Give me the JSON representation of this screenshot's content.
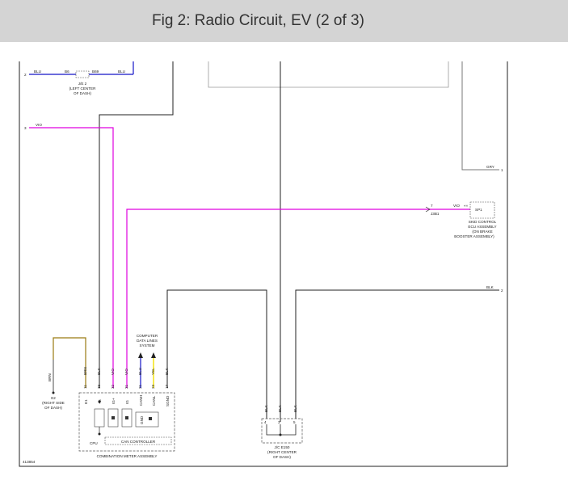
{
  "header": {
    "title": "Fig 2: Radio Circuit, EV (2 of 3)"
  },
  "diagram": {
    "edge_markers": {
      "a": "2",
      "b": "3",
      "c": "1",
      "d": "2"
    },
    "wire_colors": {
      "blu_left": "BLU",
      "blu_right": "BLU",
      "vio_top": "VIO",
      "vio_right": "VIO",
      "gry": "GRY",
      "blk_right": "BLK",
      "brn_vert": "BRN",
      "brn_col": "BRN",
      "blk_col1": "BLK",
      "vio_col1": "VIO",
      "vio_col2": "VIO",
      "blu_col": "BLU",
      "yel_col": "YEL",
      "blk_col2": "BLK",
      "jc_blk1": "BLK",
      "jc_blk2": "BLK",
      "jc_blk3": "BLK"
    },
    "pin_numbers": {
      "je_left": "B6",
      "je_right": "B69",
      "skid_top": "7",
      "skid_bottom": "J3B1",
      "skid_mid": "««",
      "skid_pin": "SP1",
      "p11": "11",
      "p33": "33",
      "p32": "32",
      "p31": "31",
      "p21": "21",
      "p23": "23",
      "p17": "17",
      "jc4": "4",
      "jc3": "3",
      "jc5": "5"
    },
    "junction_je": {
      "name": "J/E 2",
      "loc1": "(LEFT CENTER",
      "loc2": "OF DASH)"
    },
    "skid_ecu": {
      "l1": "SKID CONTROL",
      "l2": "ECU ASSEMBLY",
      "l3": "(ON BRAKE",
      "l4": "BOOSTER ASSEMBLY)"
    },
    "ground": {
      "name": "E2",
      "l1": "(RIGHT SIDE",
      "l2": "OF DASH)"
    },
    "computer_lines": {
      "l1": "COMPUTER",
      "l2": "DATA LINES",
      "l3": "SYSTEM"
    },
    "meter": {
      "pin_labels": [
        "E1",
        "+B",
        "IG+",
        "IG",
        "CANH",
        "CANL",
        "SGND"
      ],
      "inner": {
        "cpu": "CPU",
        "can": "CAN CONTROLLER",
        "ecu": "GND"
      },
      "name": "COMBINATION METER ASSEMBLY"
    },
    "junction_jc": {
      "name": "J/C E150",
      "l1": "(RIGHT CENTER",
      "l2": "OF DASH)"
    },
    "figure_id": "413854"
  },
  "colors": {
    "magenta": "#e000e0",
    "brown": "#9a7a10",
    "blue": "#1414c8",
    "yellow": "#f2e000",
    "black": "#222222"
  }
}
